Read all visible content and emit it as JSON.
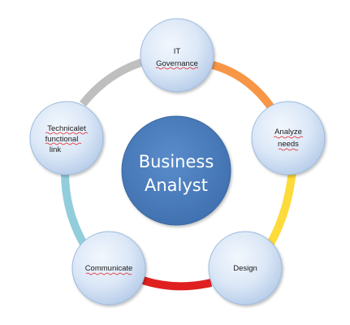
{
  "diagram": {
    "center": {
      "line1": "Business",
      "line2": "Analyst",
      "fill": "#4a7ebb"
    },
    "nodes": [
      {
        "id": "it-governance",
        "lines": [
          "IT",
          "Governance"
        ]
      },
      {
        "id": "analyze-needs",
        "lines": [
          "Analyze",
          "needs"
        ]
      },
      {
        "id": "design",
        "lines": [
          "Design"
        ]
      },
      {
        "id": "communicate",
        "lines": [
          "Communicate"
        ]
      },
      {
        "id": "technical-functional-link",
        "lines": [
          "Technicalet",
          "functional",
          "link"
        ]
      }
    ],
    "ring_colors": [
      "#f79646",
      "#fddb3a",
      "#e02020",
      "#92cddc",
      "#bfbfbf"
    ],
    "node_fill": "#c6d9f1",
    "node_stroke": "#8eb4e3"
  }
}
